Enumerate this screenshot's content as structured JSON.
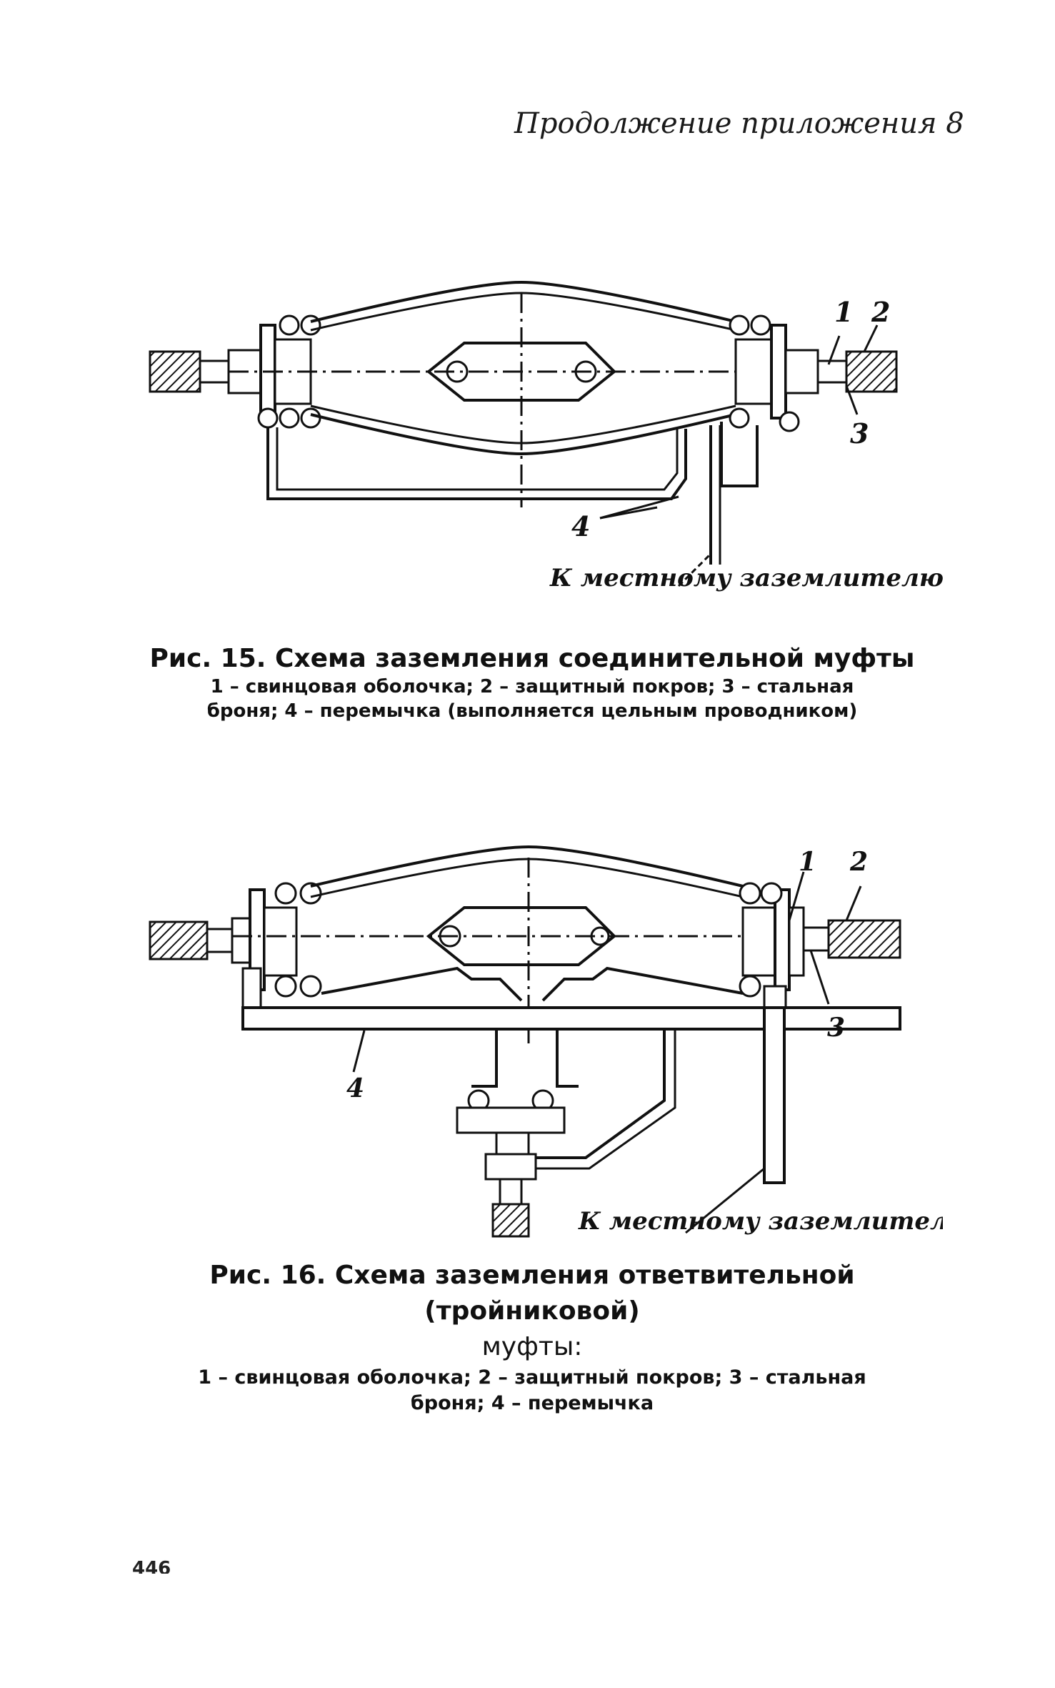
{
  "header": "Продолжение приложения 8",
  "figure1": {
    "labels": {
      "n1": "1",
      "n2": "2",
      "n3": "3",
      "n4": "4"
    },
    "ground_label": "К местному заземлителю",
    "caption_title": "Рис. 15. Схема заземления соединительной муфты",
    "caption_line1": "1 – свинцовая оболочка; 2 – защитный покров; 3 – стальная",
    "caption_line2": "броня; 4 – перемычка (выполняется цельным проводником)"
  },
  "figure2": {
    "labels": {
      "n1": "1",
      "n2": "2",
      "n3": "3",
      "n4": "4"
    },
    "ground_label": "К местному заземлителю",
    "caption_title1": "Рис. 16. Схема заземления ответвительной (тройниковой)",
    "caption_title2": "муфты:",
    "caption_line1": "1 – свинцовая оболочка; 2 – защитный покров; 3 – стальная",
    "caption_line2": "броня; 4 – перемычка"
  },
  "page_number": "446"
}
